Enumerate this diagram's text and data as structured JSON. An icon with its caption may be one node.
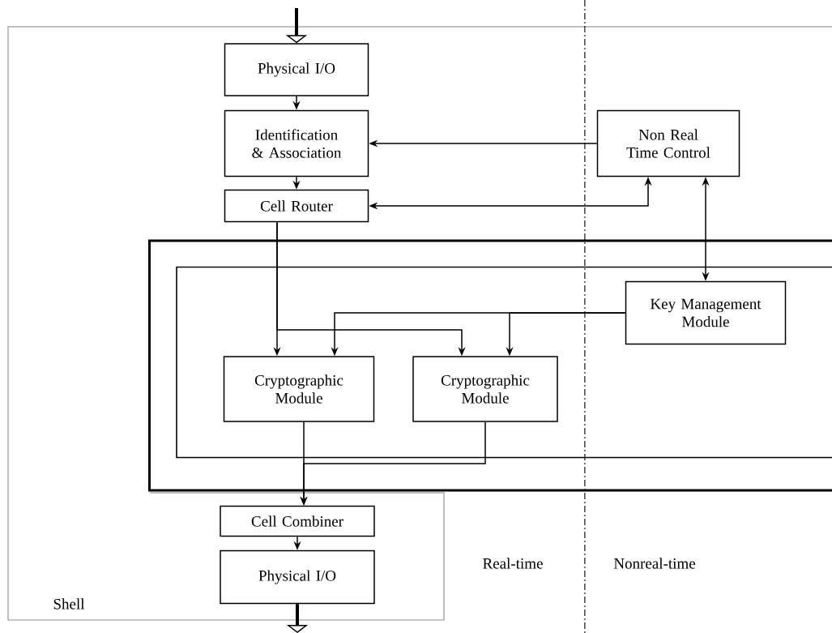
{
  "diagram": {
    "nodes": [
      {
        "text": [
          "Physical I/O"
        ]
      },
      {
        "text": [
          "Identification & Association"
        ]
      },
      {
        "text": [
          "Cell Router"
        ]
      },
      {
        "text": [
          "Non Real Time Control"
        ]
      },
      {
        "text": [],
        "shape": "box"
      },
      {
        "text": [],
        "shape": "box",
        "in": 4
      },
      {
        "text": [
          "Key Management Module"
        ],
        "in": 5
      },
      {
        "text": [
          "Cryptographic Module"
        ],
        "in": 5
      },
      {
        "text": [
          "Cryptographic Module"
        ],
        "in": 5
      },
      {
        "text": [
          "Cell Combiner"
        ]
      },
      {
        "text": [
          "Physical I/O"
        ]
      }
    ],
    "edges": [
      {
        "from": null,
        "to": 0,
        "arrow": "to",
        "style": "thick"
      },
      {
        "from": 0,
        "to": 1,
        "arrow": "to"
      },
      {
        "from": 1,
        "to": 2,
        "arrow": "to"
      },
      {
        "from": 3,
        "to": 1,
        "arrow": "to"
      },
      {
        "from": 2,
        "to": 3,
        "arrow": "both"
      },
      {
        "from": 3,
        "to": 6,
        "arrow": "both"
      },
      {
        "from": 2,
        "to": 7,
        "arrow": "to"
      },
      {
        "from": 2,
        "to": 8,
        "arrow": "to"
      },
      {
        "from": 6,
        "to": 7,
        "arrow": "to"
      },
      {
        "from": 6,
        "to": 8,
        "arrow": "to"
      },
      {
        "from": 7,
        "to": 9,
        "arrow": "to"
      },
      {
        "from": 8,
        "to": 9,
        "arrow": "to"
      },
      {
        "from": 9,
        "to": 10,
        "arrow": "to"
      },
      {
        "from": 10,
        "to": null,
        "arrow": "to",
        "style": "thick"
      }
    ],
    "labels": [
      "Shell",
      "Real-time",
      "Nonreal-time"
    ]
  }
}
